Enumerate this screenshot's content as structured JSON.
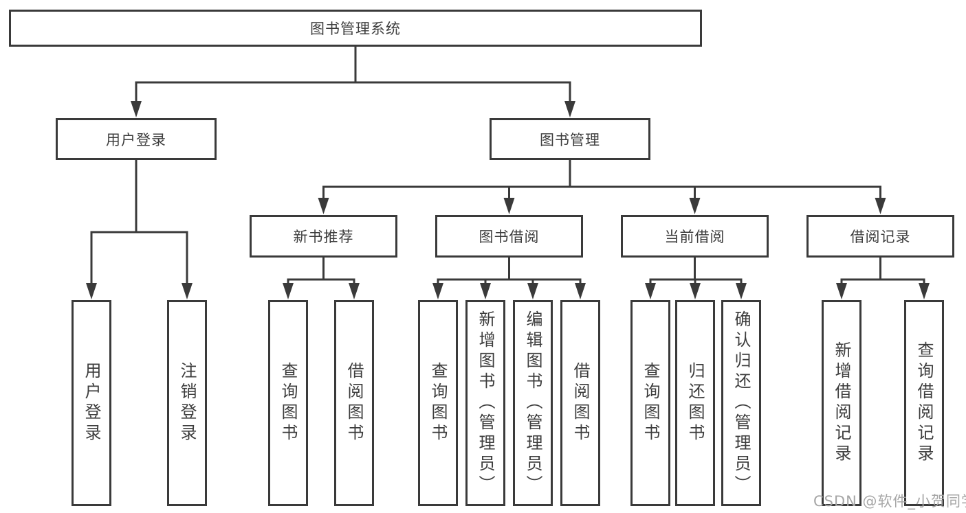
{
  "nodes": [
    {
      "id": "root",
      "label": "图书管理系统",
      "level": 1,
      "parent": null
    },
    {
      "id": "user-login",
      "label": "用户登录",
      "level": 2,
      "parent": "root"
    },
    {
      "id": "book-management",
      "label": "图书管理",
      "level": 2,
      "parent": "root"
    },
    {
      "id": "new-book-recommend",
      "label": "新书推荐",
      "level": 3,
      "parent": "book-management"
    },
    {
      "id": "book-borrow",
      "label": "图书借阅",
      "level": 3,
      "parent": "book-management"
    },
    {
      "id": "current-borrow",
      "label": "当前借阅",
      "level": 3,
      "parent": "book-management"
    },
    {
      "id": "borrow-records",
      "label": "借阅记录",
      "level": 3,
      "parent": "book-management"
    },
    {
      "id": "leaf-user-login",
      "label": "用户登录",
      "level": 4,
      "parent": "user-login"
    },
    {
      "id": "leaf-logout",
      "label": "注销登录",
      "level": 4,
      "parent": "user-login"
    },
    {
      "id": "leaf-query-book-new",
      "label": "查询图书",
      "level": 4,
      "parent": "new-book-recommend"
    },
    {
      "id": "leaf-borrow-book-new",
      "label": "借阅图书",
      "level": 4,
      "parent": "new-book-recommend"
    },
    {
      "id": "leaf-query-book-borrow",
      "label": "查询图书",
      "level": 4,
      "parent": "book-borrow"
    },
    {
      "id": "leaf-add-book",
      "label": "新增图书（管理员）",
      "level": 4,
      "parent": "book-borrow"
    },
    {
      "id": "leaf-edit-book",
      "label": "编辑图书（管理员）",
      "level": 4,
      "parent": "book-borrow"
    },
    {
      "id": "leaf-borrow-book-2",
      "label": "借阅图书",
      "level": 4,
      "parent": "book-borrow"
    },
    {
      "id": "leaf-query-book-current",
      "label": "查询图书",
      "level": 4,
      "parent": "current-borrow"
    },
    {
      "id": "leaf-return-book",
      "label": "归还图书",
      "level": 4,
      "parent": "current-borrow"
    },
    {
      "id": "leaf-confirm-return",
      "label": "确认归还（管理员）",
      "level": 4,
      "parent": "current-borrow"
    },
    {
      "id": "leaf-add-record",
      "label": "新增借阅记录",
      "level": 4,
      "parent": "borrow-records"
    },
    {
      "id": "leaf-query-record",
      "label": "查询借阅记录",
      "level": 4,
      "parent": "borrow-records"
    }
  ],
  "watermark": {
    "text": "CSDN @软件_小贺同学"
  },
  "colors": {
    "line": "#3a3a3a",
    "text": "#3d3d3d",
    "background": "#ffffff",
    "watermark": "#a6a6a6"
  }
}
